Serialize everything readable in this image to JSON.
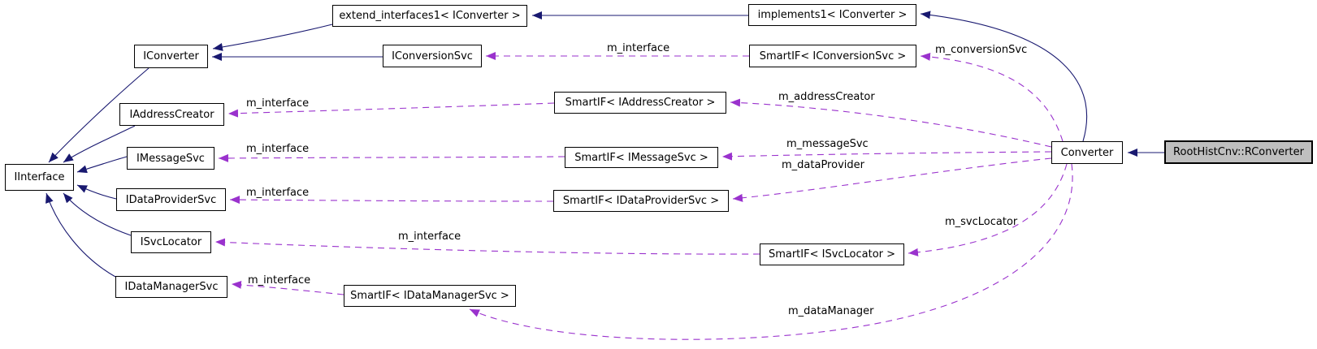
{
  "diagram_type": "collaboration-graph",
  "colors": {
    "inheritance_edge": "#191970",
    "usage_edge": "#9a32cd",
    "node_fill": "#ffffff",
    "node_border": "#000000",
    "highlight_node_fill": "#bfbfbf",
    "background": "#ffffff",
    "text": "#000000"
  },
  "nodes": {
    "extend_interfaces1": {
      "label": "extend_interfaces1< IConverter >"
    },
    "implements1": {
      "label": "implements1< IConverter >"
    },
    "iconverter": {
      "label": "IConverter"
    },
    "iconversionsvc": {
      "label": "IConversionSvc"
    },
    "smartif_iconversionsvc": {
      "label": "SmartIF< IConversionSvc >"
    },
    "iaddresscreator": {
      "label": "IAddressCreator"
    },
    "smartif_iaddresscreator": {
      "label": "SmartIF< IAddressCreator >"
    },
    "imessagesvc": {
      "label": "IMessageSvc"
    },
    "smartif_imessagesvc": {
      "label": "SmartIF< IMessageSvc >"
    },
    "iinterface": {
      "label": "IInterface"
    },
    "idataprovidersvc": {
      "label": "IDataProviderSvc"
    },
    "smartif_idataprovidersvc": {
      "label": "SmartIF< IDataProviderSvc >"
    },
    "isvclocator": {
      "label": "ISvcLocator"
    },
    "smartif_isvclocator": {
      "label": "SmartIF< ISvcLocator >"
    },
    "idatamanagersvc": {
      "label": "IDataManagerSvc"
    },
    "smartif_idatamanagersvc": {
      "label": "SmartIF< IDataManagerSvc >"
    },
    "converter": {
      "label": "Converter"
    },
    "roothistcnv_rconverter": {
      "label": "RootHistCnv::RConverter"
    }
  },
  "edge_labels": {
    "m_interface": "m_interface",
    "m_conversionSvc": "m_conversionSvc",
    "m_addressCreator": "m_addressCreator",
    "m_messageSvc": "m_messageSvc",
    "m_dataProvider": "m_dataProvider",
    "m_svcLocator": "m_svcLocator",
    "m_dataManager": "m_dataManager"
  }
}
